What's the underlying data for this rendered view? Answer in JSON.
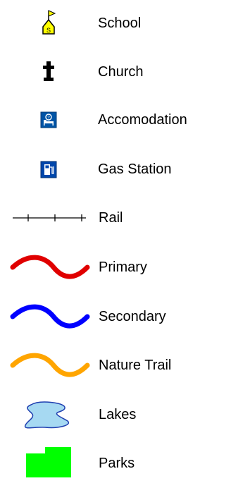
{
  "legend": {
    "items": [
      {
        "icon": "school-flag-icon",
        "label": "School"
      },
      {
        "icon": "church-cross-icon",
        "label": "Church"
      },
      {
        "icon": "accommodation-bed-icon",
        "label": "Accomodation"
      },
      {
        "icon": "gas-pump-icon",
        "label": "Gas Station"
      },
      {
        "icon": "rail-line-icon",
        "label": "Rail"
      },
      {
        "icon": "primary-road-icon",
        "label": "Primary"
      },
      {
        "icon": "secondary-road-icon",
        "label": "Secondary"
      },
      {
        "icon": "nature-trail-icon",
        "label": "Nature Trail"
      },
      {
        "icon": "lake-shape-icon",
        "label": "Lakes"
      },
      {
        "icon": "park-shape-icon",
        "label": "Parks"
      }
    ],
    "colors": {
      "school": "#ffff00",
      "church": "#000000",
      "accommodation": "#0054a6",
      "gas_station": "#0047ab",
      "rail": "#000000",
      "primary": "#e00000",
      "secondary": "#0000ff",
      "nature_trail": "#ffa500",
      "lakes": "#a6d9f2",
      "lakes_outline": "#1f3fb0",
      "parks": "#00ff00"
    }
  }
}
